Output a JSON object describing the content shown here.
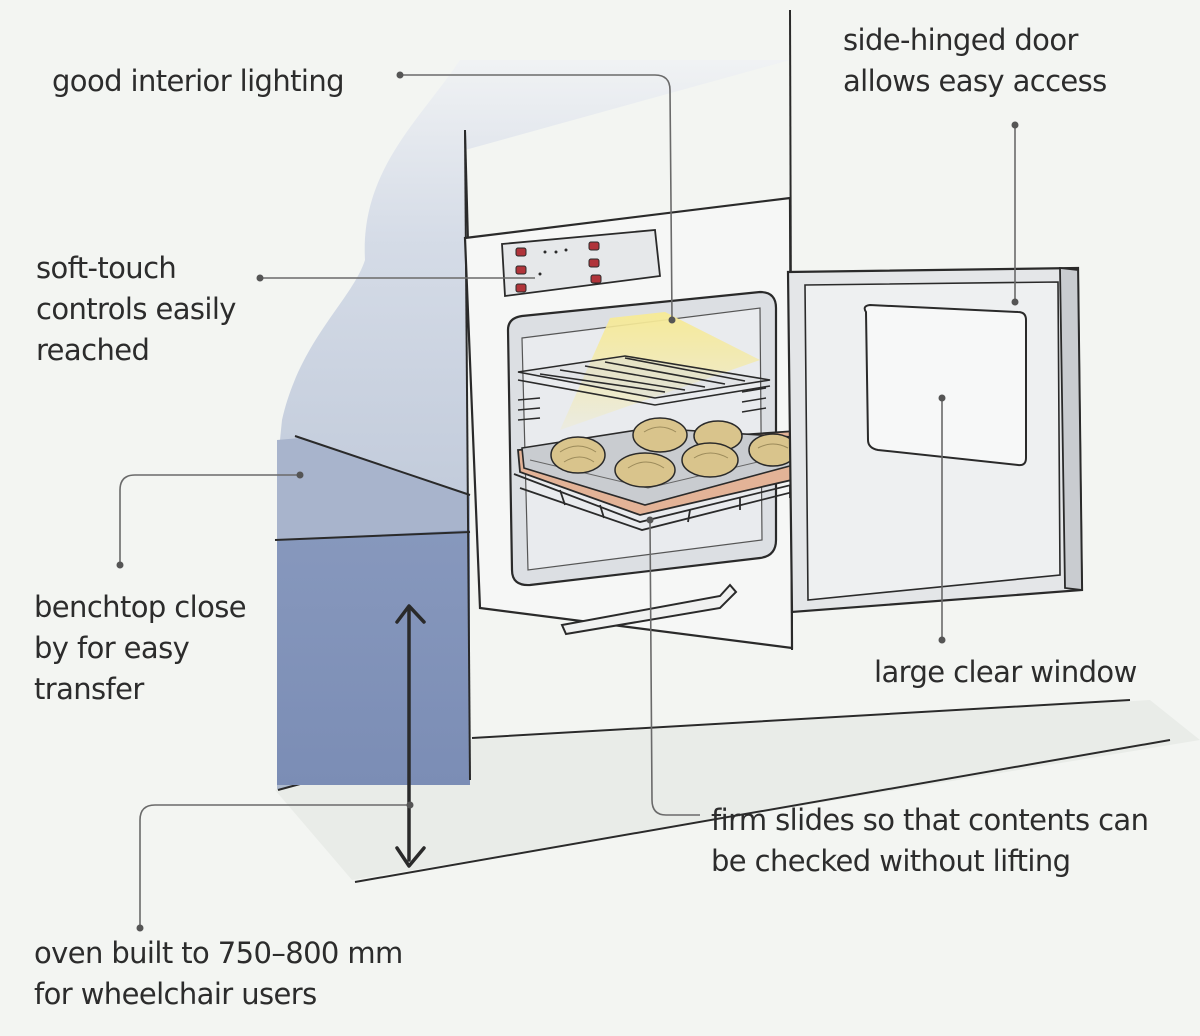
{
  "labels": {
    "lighting": [
      "good interior lighting"
    ],
    "door": [
      "side-hinged door",
      "allows easy access"
    ],
    "controls": [
      "soft-touch",
      "controls easily",
      "reached"
    ],
    "benchtop": [
      "benchtop close",
      "by for easy",
      "transfer"
    ],
    "window": [
      "large clear window"
    ],
    "slides": [
      "firm slides so that contents can",
      "be checked without lifting"
    ],
    "height": [
      "oven built to 750–800 mm",
      "for wheelchair users"
    ]
  },
  "colors": {
    "background": "#f3f5f2",
    "wall_shadow": "#a9b6cc",
    "bench": "#7f91b8",
    "line": "#2a2a2a",
    "leader": "#666666",
    "light": "#f3e27a",
    "pastry": "#d9c48c",
    "tray": "#e3b397",
    "control_button": "#b0343a"
  }
}
